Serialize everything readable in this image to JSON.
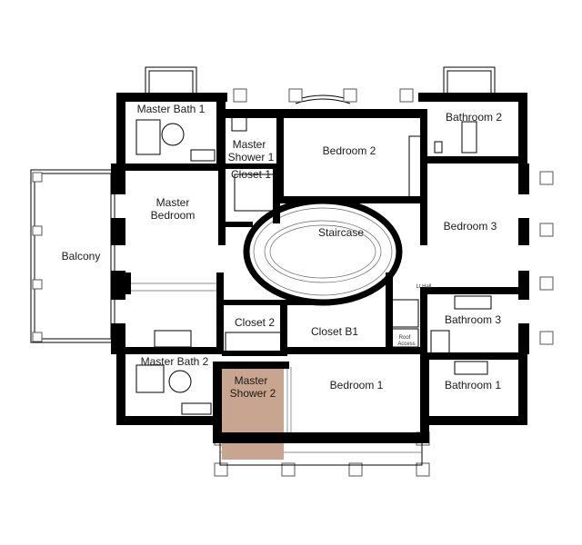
{
  "colors": {
    "wall": "#000000",
    "highlight_room": "#c8a58e",
    "background": "#ffffff"
  },
  "highlighted_room": "Master Shower 2",
  "rooms": {
    "master_bath_1": "Master Bath 1",
    "master_shower_1_line1": "Master",
    "master_shower_1_line2": "Shower 1",
    "bedroom_2": "Bedroom 2",
    "bathroom_2": "Bathroom 2",
    "closet_1": "Closet 1",
    "master_bedroom_line1": "Master",
    "master_bedroom_line2": "Bedroom",
    "staircase": "Staircase",
    "bedroom_3": "Bedroom 3",
    "balcony": "Balcony",
    "closet_2": "Closet 2",
    "closet_b1": "Closet B1",
    "bathroom_3": "Bathroom 3",
    "master_bath_2": "Master Bath 2",
    "master_shower_2_line1": "Master",
    "master_shower_2_line2": "Shower 2",
    "bedroom_1": "Bedroom 1",
    "bathroom_1": "Bathroom 1"
  },
  "small_labels": {
    "lt_hall": "Lt Hall",
    "roof_access_line1": "Roof",
    "roof_access_line2": "Access"
  }
}
